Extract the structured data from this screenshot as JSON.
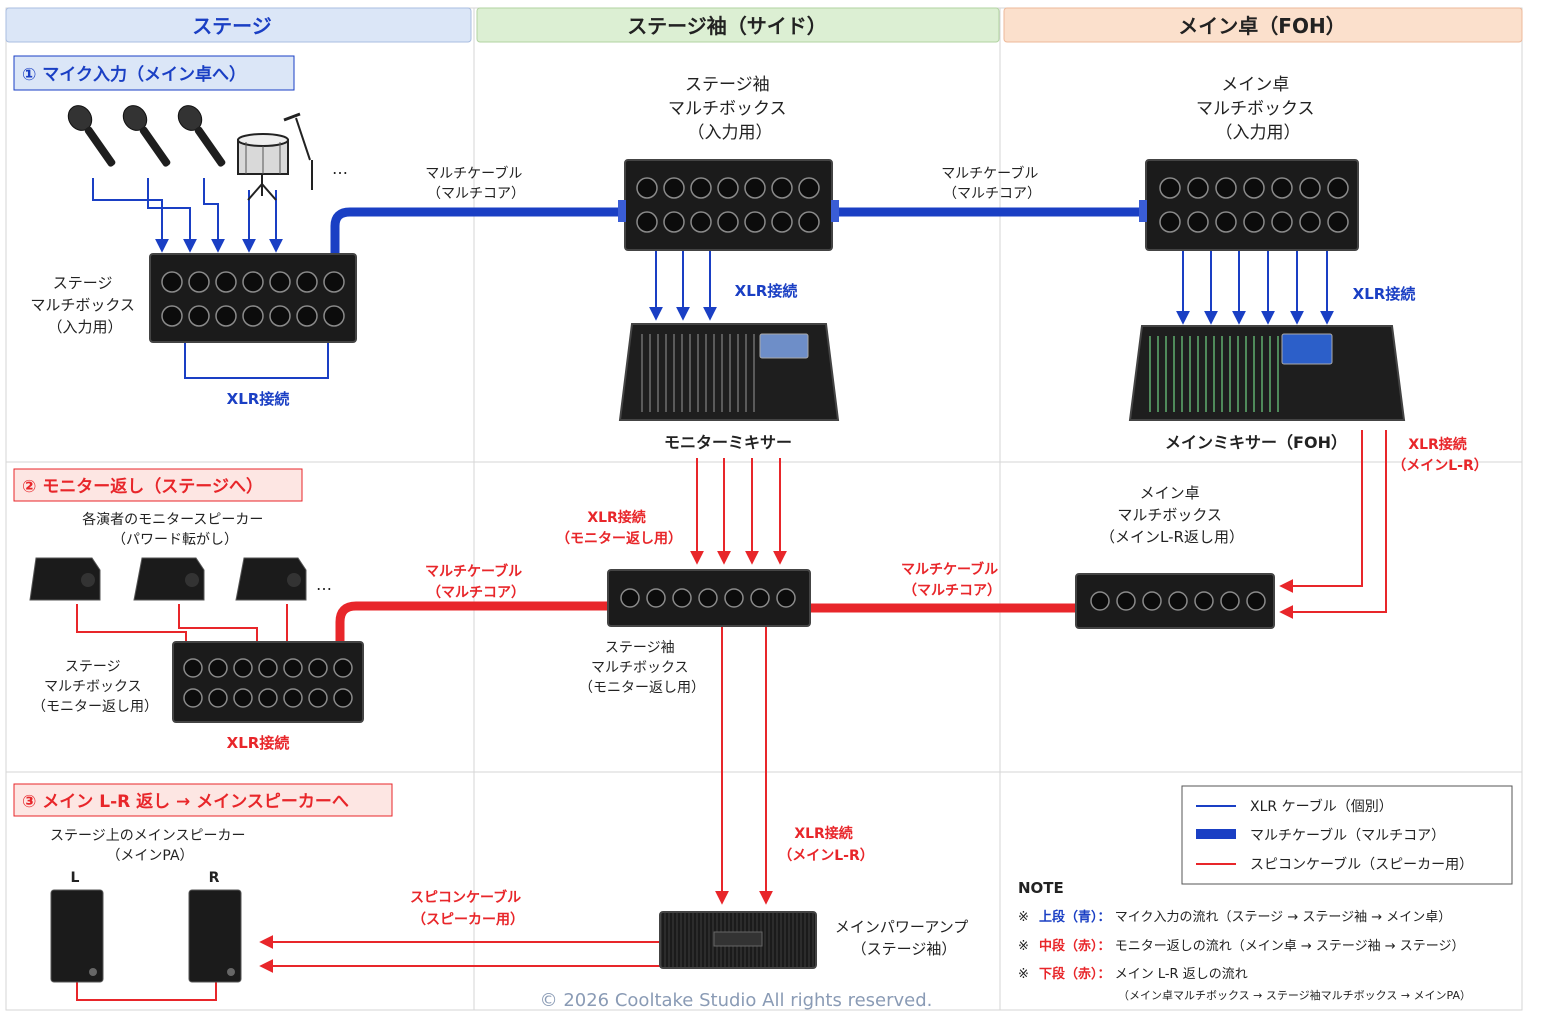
{
  "headers": {
    "stage": "ステージ",
    "side": "ステージ袖（サイド）",
    "foh": "メイン卓（FOH）"
  },
  "sections": {
    "mic": "① マイク入力（メイン卓へ）",
    "monitor": "② モニター返し（ステージへ）",
    "main": "③ メイン L-R 返し → メインスピーカーへ"
  },
  "devices": {
    "stage_box_in": [
      "ステージ",
      "マルチボックス",
      "（入力用）"
    ],
    "side_box_in": [
      "ステージ袖",
      "マルチボックス",
      "（入力用）"
    ],
    "foh_box_in": [
      "メイン卓",
      "マルチボックス",
      "（入力用）"
    ],
    "monitor_mixer": "モニターミキサー",
    "main_mixer": "メインミキサー（FOH）",
    "monitor_speakers": [
      "各演者のモニタースピーカー",
      "（パワード転がし）"
    ],
    "stage_box_mon": [
      "ステージ",
      "マルチボックス",
      "（モニター返し用）"
    ],
    "side_box_mon": [
      "ステージ袖",
      "マルチボックス",
      "（モニター返し用）"
    ],
    "foh_box_lr": [
      "メイン卓",
      "マルチボックス",
      "（メインL-R返し用）"
    ],
    "main_speakers": [
      "ステージ上のメインスピーカー",
      "（メインPA）"
    ],
    "speaker_l": "L",
    "speaker_r": "R",
    "amp": [
      "メインパワーアンプ",
      "（ステージ袖）"
    ],
    "ellipsis": "…"
  },
  "labels": {
    "multi_blue_1": [
      "マルチケーブル",
      "（マルチコア）"
    ],
    "multi_blue_2": [
      "マルチケーブル",
      "（マルチコア）"
    ],
    "xlr_stage": "XLR接続",
    "xlr_side": "XLR接続",
    "xlr_foh": "XLR接続",
    "xlr_main_lr": [
      "XLR接続",
      "（メインL-R）"
    ],
    "xlr_mon_return": [
      "XLR接続",
      "（モニター返し用）"
    ],
    "multi_red_1": [
      "マルチケーブル",
      "（マルチコア）"
    ],
    "multi_red_2": [
      "マルチケーブル",
      "（マルチコア）"
    ],
    "xlr_stage_mon": "XLR接続",
    "xlr_main_lr_2": [
      "XLR接続",
      "（メインL-R）"
    ],
    "spcon": [
      "スピコンケーブル",
      "（スピーカー用）"
    ]
  },
  "legend": {
    "items": [
      "XLR ケーブル（個別）",
      "マルチケーブル（マルチコア）",
      "スピコンケーブル（スピーカー用）"
    ]
  },
  "notes": {
    "title": "NOTE",
    "mark": "※",
    "rows": [
      {
        "key": "上段（青）：",
        "text": "マイク入力の流れ（ステージ → ステージ袖 → メイン卓）"
      },
      {
        "key": "中段（赤）：",
        "text": "モニター返しの流れ（メイン卓 → ステージ袖 → ステージ）"
      },
      {
        "key": "下段（赤）：",
        "text": "メイン L-R 返しの流れ"
      }
    ],
    "sub": "（メイン卓マルチボックス → ステージ袖マルチボックス → メインPA）"
  },
  "copyright": "© 2026 Cooltake Studio All rights reserved.",
  "colors": {
    "blue": "#1a3fc4",
    "red": "#e8262a",
    "header_stage": "#dbe6f7",
    "header_side": "#dcefd3",
    "header_foh": "#fbe0cc",
    "device": "#1b1b1b"
  }
}
